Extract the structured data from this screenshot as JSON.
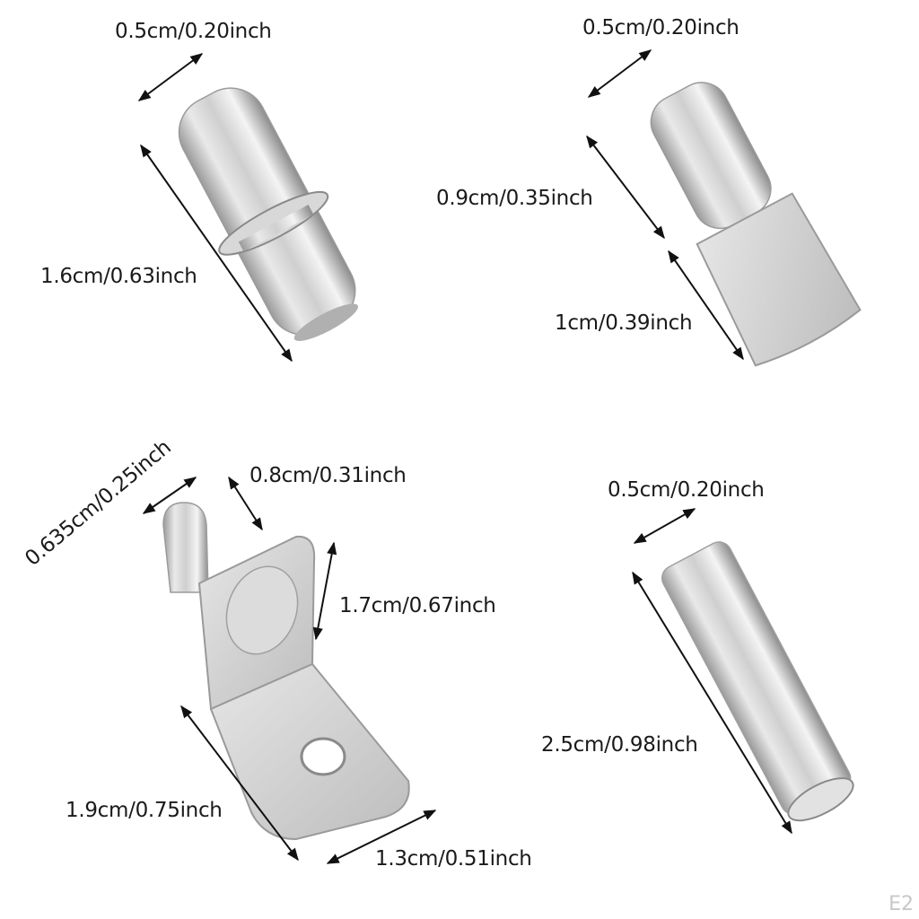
{
  "image": {
    "description": "Shelf support pins with dimensions",
    "watermark": "E2"
  },
  "colors": {
    "background": "#ffffff",
    "metal_light": "#eeeeee",
    "metal_mid": "#c9c9c9",
    "metal_dark": "#8f8f8f",
    "arrow": "#111111",
    "text": "#1a1a1a"
  },
  "items": [
    {
      "name": "flanged-cylinder-pin",
      "dimensions": {
        "diameter": "0.5cm/0.20inch",
        "length": "1.6cm/0.63inch"
      }
    },
    {
      "name": "spoon-shelf-pin",
      "dimensions": {
        "diameter": "0.5cm/0.20inch",
        "shank_length": "0.9cm/0.35inch",
        "paddle_length": "1cm/0.39inch"
      }
    },
    {
      "name": "l-bracket-shelf-pin",
      "dimensions": {
        "peg_diameter": "0.635cm/0.25inch",
        "peg_length": "0.8cm/0.31inch",
        "vertical_height": "1.7cm/0.67inch",
        "horizontal_length": "1.9cm/0.75inch",
        "width": "1.3cm/0.51inch"
      }
    },
    {
      "name": "straight-dowel-pin",
      "dimensions": {
        "diameter": "0.5cm/0.20inch",
        "length": "2.5cm/0.98inch"
      }
    }
  ]
}
